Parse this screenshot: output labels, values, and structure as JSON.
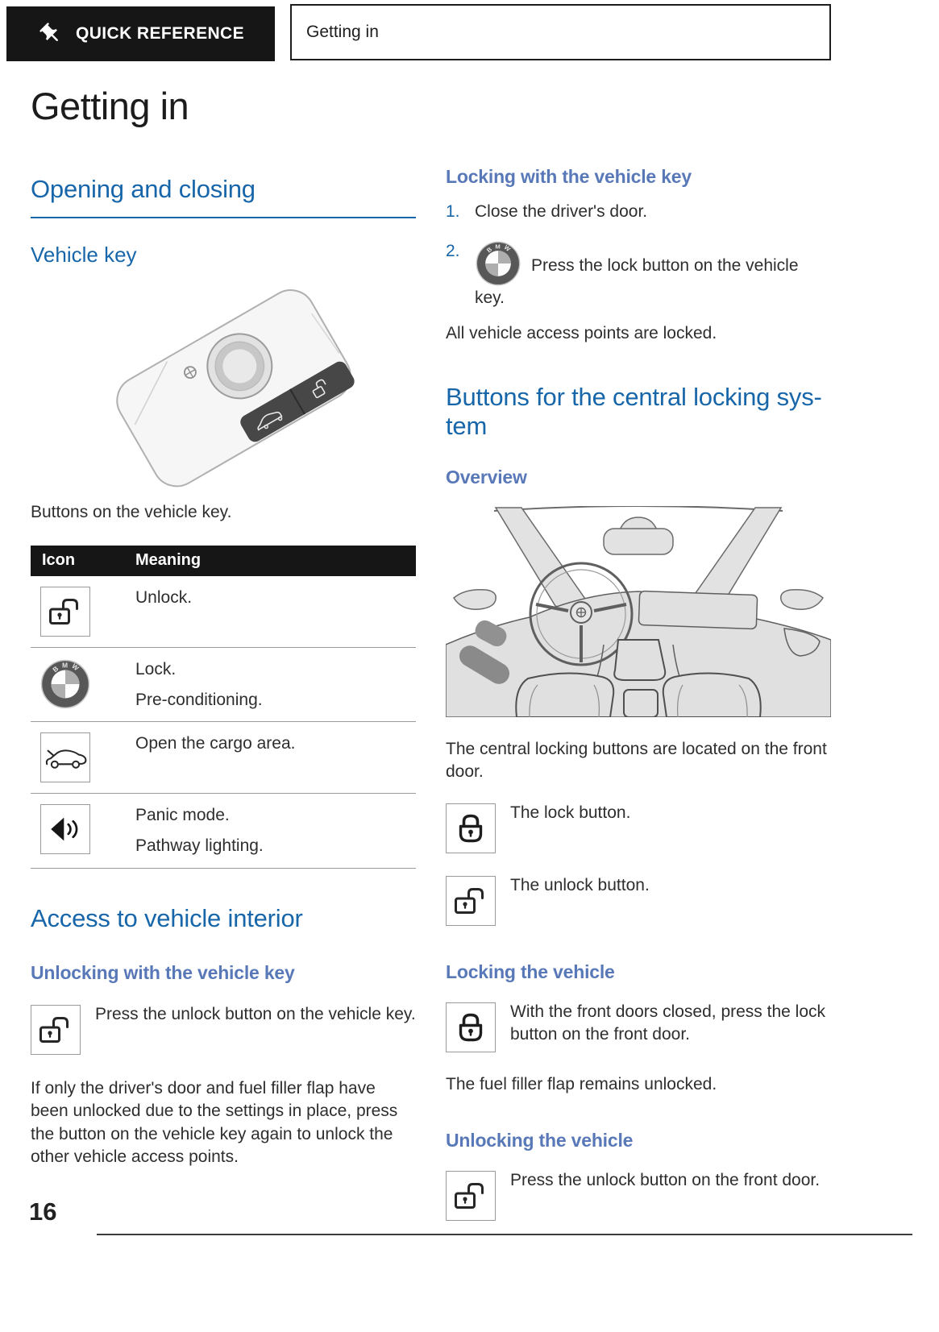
{
  "colors": {
    "blue_dark": "#1766a9",
    "blue_light": "#5878b8",
    "ink": "#2e2e2e",
    "black": "#161616"
  },
  "header": {
    "badge_icon": "pushpin-icon",
    "badge_label": "QUICK REFERENCE",
    "tab_label": "Getting in"
  },
  "title": "Getting in",
  "left": {
    "opening_closing_title": "Opening and closing",
    "vehicle_key_title": "Vehicle key",
    "key_caption": "Buttons on the vehicle key.",
    "table": {
      "col_icon": "Icon",
      "col_meaning": "Meaning",
      "rows": [
        {
          "icon": "unlock-icon",
          "line1": "Unlock."
        },
        {
          "icon": "bmw-roundel-icon",
          "line1": "Lock.",
          "line2": "Pre-conditioning."
        },
        {
          "icon": "open-cargo-area-icon",
          "line1": "Open the cargo area."
        },
        {
          "icon": "panic-mode-icon",
          "line1": "Panic mode.",
          "line2": "Pathway lighting."
        }
      ]
    },
    "access_title": "Access to vehicle interior",
    "unlocking_with_key_title": "Unlocking with the vehicle key",
    "unlocking_with_key_text": "Press the unlock button on the vehicle key.",
    "unlocking_note": "If only the driver's door and fuel filler flap have been unlocked due to the settings in place, press the button on the vehicle key again to unlock the other vehicle access points."
  },
  "right": {
    "locking_with_key_title": "Locking with the vehicle key",
    "steps": [
      {
        "num": "1.",
        "text": "Close the driver's door."
      },
      {
        "num": "2.",
        "text": "Press the lock button on the vehicle key."
      }
    ],
    "all_locked_text": "All vehicle access points are locked.",
    "central_locking_title": "Buttons for the central locking sys­tem",
    "overview_title": "Overview",
    "central_buttons_text": "The central locking buttons are located on the front door.",
    "lock_button_text": "The lock button.",
    "unlock_button_text": "The unlock button.",
    "locking_vehicle_title": "Locking the vehicle",
    "locking_vehicle_text": "With the front doors closed, press the lock button on the front door.",
    "fuel_flap_text": "The fuel filler flap remains unlocked.",
    "unlocking_vehicle_title": "Unlocking the vehicle",
    "unlocking_vehicle_text": "Press the unlock button on the front door."
  },
  "footer": {
    "page_number": "16"
  }
}
